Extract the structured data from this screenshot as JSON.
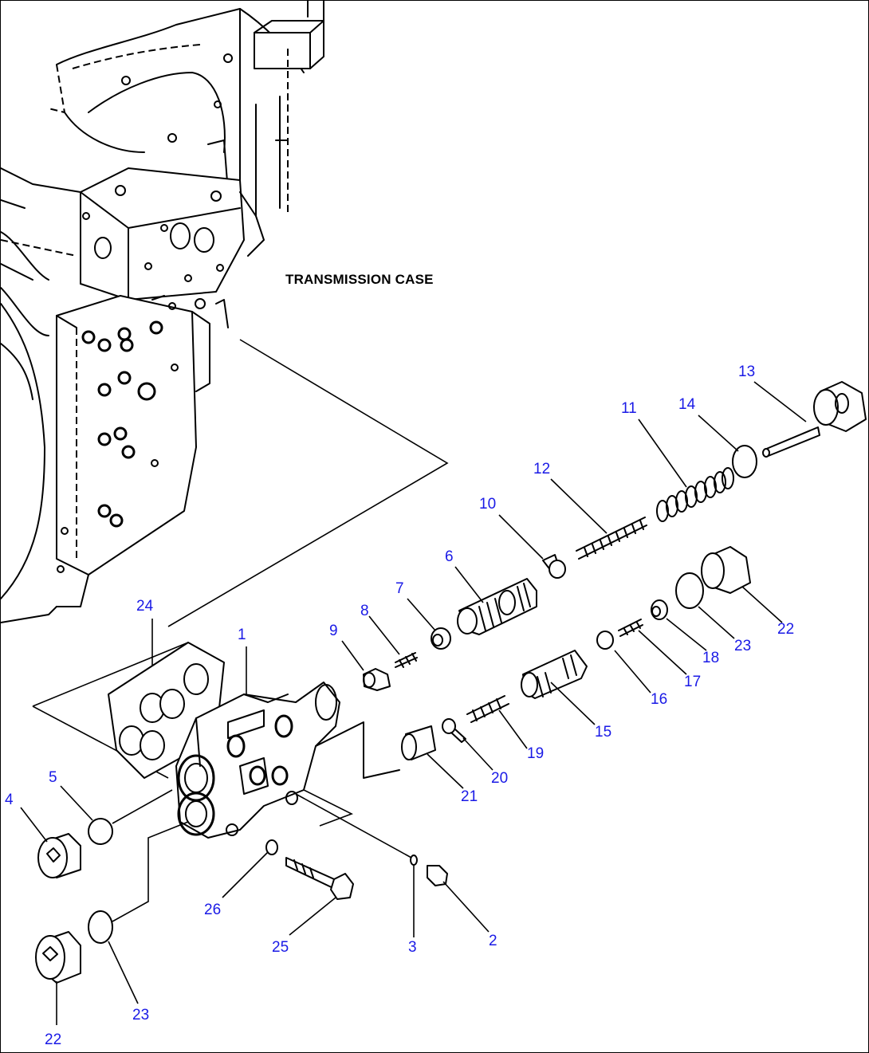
{
  "drawing": {
    "case_label": "TRANSMISSION CASE",
    "callouts": [
      {
        "id": "c1",
        "label": "1"
      },
      {
        "id": "c2",
        "label": "2"
      },
      {
        "id": "c3",
        "label": "3"
      },
      {
        "id": "c4",
        "label": "4"
      },
      {
        "id": "c5",
        "label": "5"
      },
      {
        "id": "c6",
        "label": "6"
      },
      {
        "id": "c7",
        "label": "7"
      },
      {
        "id": "c8",
        "label": "8"
      },
      {
        "id": "c9",
        "label": "9"
      },
      {
        "id": "c10",
        "label": "10"
      },
      {
        "id": "c11",
        "label": "11"
      },
      {
        "id": "c12",
        "label": "12"
      },
      {
        "id": "c13",
        "label": "13"
      },
      {
        "id": "c14",
        "label": "14"
      },
      {
        "id": "c15",
        "label": "15"
      },
      {
        "id": "c16",
        "label": "16"
      },
      {
        "id": "c17",
        "label": "17"
      },
      {
        "id": "c18",
        "label": "18"
      },
      {
        "id": "c19",
        "label": "19"
      },
      {
        "id": "c20",
        "label": "20"
      },
      {
        "id": "c21",
        "label": "21"
      },
      {
        "id": "c22a",
        "label": "22"
      },
      {
        "id": "c22b",
        "label": "22"
      },
      {
        "id": "c23a",
        "label": "23"
      },
      {
        "id": "c23b",
        "label": "23"
      },
      {
        "id": "c24",
        "label": "24"
      },
      {
        "id": "c25",
        "label": "25"
      },
      {
        "id": "c26",
        "label": "26"
      }
    ],
    "colors": {
      "line": "#000000",
      "callout": "#1a1ae6",
      "background": "#ffffff"
    }
  }
}
